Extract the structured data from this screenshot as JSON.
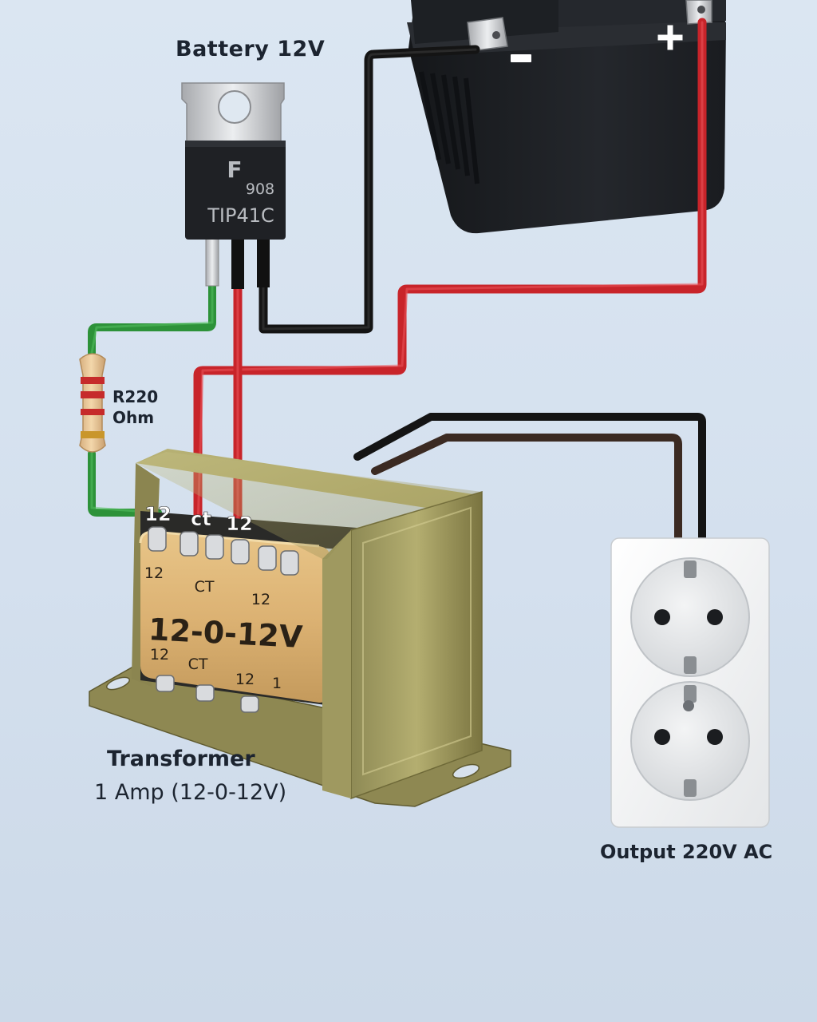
{
  "battery": {
    "title": "Battery 12V",
    "negative_sign": "−",
    "positive_sign": "+"
  },
  "transistor": {
    "logo": "F",
    "date_code": "908",
    "part_number": "TIP41C"
  },
  "resistor": {
    "value": "R220",
    "unit": "Ohm"
  },
  "transformer": {
    "tab_labels": {
      "left": "12",
      "center": "ct",
      "right": "12"
    },
    "top_row": [
      "12",
      "CT",
      "12"
    ],
    "main_label": "12-0-12V",
    "bottom_row": [
      "12",
      "CT",
      "12",
      "1"
    ],
    "title": "Transformer",
    "rating": "1 Amp (12-0-12V)"
  },
  "socket": {
    "label": "Output 220V AC"
  },
  "colors": {
    "background": "#d6e2ef",
    "wire_red": "#d12a2f",
    "wire_black": "#1a1a1a",
    "wire_green": "#2f9a3d",
    "wire_brown": "#3b2a22",
    "battery_case": "#1e2125",
    "transformer_metal": "#a9a566",
    "coil_paper": "#ddb577",
    "socket_white": "#f4f4f2"
  }
}
